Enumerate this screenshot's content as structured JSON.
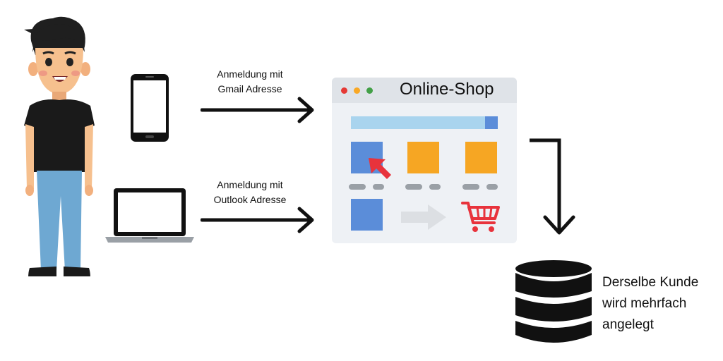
{
  "labels": {
    "gmail": [
      "Anmeldung mit",
      "Gmail Adresse"
    ],
    "outlook": [
      "Anmeldung mit",
      "Outlook Adresse"
    ]
  },
  "shop": {
    "title": "Online-Shop",
    "window_dots": [
      "#e53935",
      "#f9a825",
      "#43a047"
    ]
  },
  "database": {
    "caption": [
      "Derselbe Kunde",
      "wird mehrfach",
      "angelegt"
    ]
  },
  "icons": [
    "person-illustration",
    "smartphone-icon",
    "laptop-icon",
    "browser-window",
    "cursor-icon",
    "shopping-cart-icon",
    "database-icon"
  ],
  "colors": {
    "accent_blue": "#5b8dd9",
    "accent_orange": "#f6a623",
    "cart_red": "#e8333c",
    "bar_light_blue": "#a9d4ee",
    "browser_bg": "#eef1f5",
    "titlebar": "#dfe3e8"
  }
}
